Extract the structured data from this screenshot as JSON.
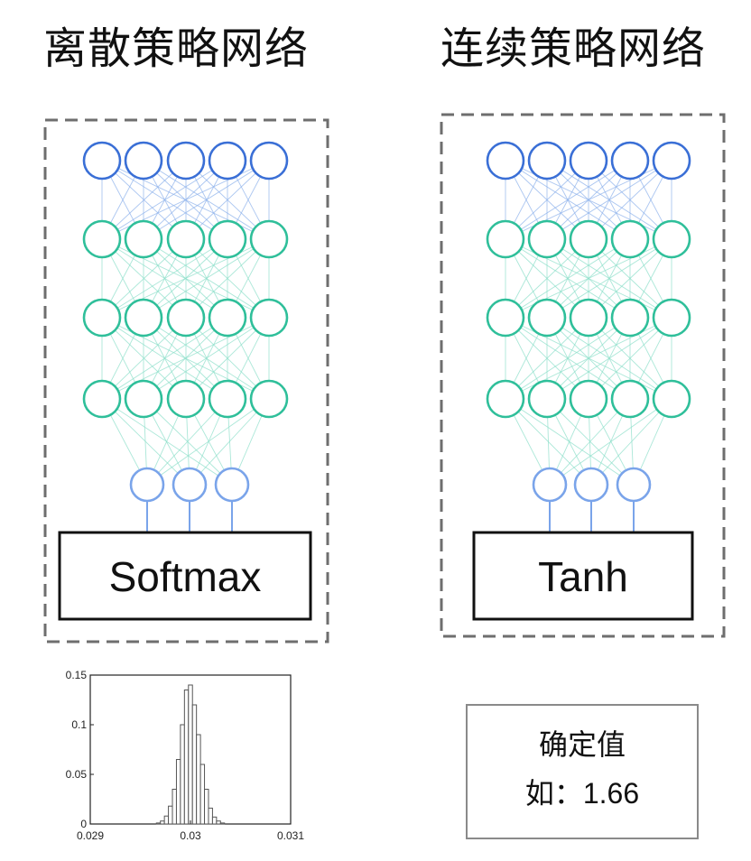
{
  "left_panel": {
    "title": "离散策略网络",
    "output_function": "Softmax",
    "layers": [
      5,
      5,
      5,
      5,
      3
    ]
  },
  "right_panel": {
    "title": "连续策略网络",
    "output_function": "Tanh",
    "layers": [
      5,
      5,
      5,
      5,
      3
    ]
  },
  "deterministic": {
    "label": "确定值",
    "example_prefix": "如：",
    "example_value": "1.66"
  },
  "colors": {
    "input_node": "#3a6fd6",
    "hidden_node": "#2fbf9a",
    "output_node": "#7aa4ea",
    "box_border": "#6e6e6e"
  },
  "chart_data": {
    "type": "bar",
    "xlim": [
      0.029,
      0.031
    ],
    "ylim": [
      0,
      0.15
    ],
    "xticks": [
      "0.029",
      "0.03",
      "0.031"
    ],
    "yticks": [
      "0",
      "0.05",
      "0.1",
      "0.15"
    ],
    "x": [
      0.02968,
      0.02972,
      0.02976,
      0.0298,
      0.02984,
      0.02988,
      0.02992,
      0.02996,
      0.03,
      0.03004,
      0.03008,
      0.03012,
      0.03016,
      0.0302,
      0.03024,
      0.03028,
      0.03032
    ],
    "values": [
      0.001,
      0.003,
      0.008,
      0.018,
      0.035,
      0.065,
      0.1,
      0.135,
      0.14,
      0.12,
      0.09,
      0.06,
      0.035,
      0.016,
      0.007,
      0.003,
      0.001
    ]
  }
}
